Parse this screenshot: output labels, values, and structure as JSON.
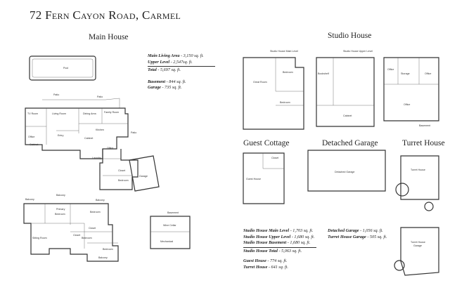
{
  "title": "72 Fern Cayon Road, Carmel",
  "sections": {
    "main_house": "Main House",
    "studio_house": "Studio House",
    "guest_cottage": "Guest Cottage",
    "detached_garage": "Detached Garage",
    "turret_house": "Turret House"
  },
  "main_stats": {
    "living_label": "Main Living Area",
    "living_value": " - 3,150 sq. ft.",
    "upper_label": "Upper Level",
    "upper_value": " - 2,547sq. ft.",
    "total_label": "Total",
    "total_value": " - 5,697 sq. ft.",
    "basement_label": "Basement",
    "basement_value": " - 844 sq. ft.",
    "garage_label": "Garage",
    "garage_value": " - 735 sq. ft."
  },
  "studio_stats": {
    "main_label": "Studio House Main Level",
    "main_value": " - 1,703 sq. ft.",
    "upper_label": "Studio House Upper Level",
    "upper_value": " - 1,680 sq. ft.",
    "basement_label": "Studio House Basement",
    "basement_value": " - 1,680 sq. ft.",
    "total_label": "Studio House Total",
    "total_value": " - 5,063 sq. ft.",
    "guest_label": "Guest House",
    "guest_value": " - 774 sq. ft.",
    "turret_label": "Turret House",
    "turret_value": " - 641 sq. ft."
  },
  "garage_stats": {
    "detached_label": "Detached Garage",
    "detached_value": " - 1,056 sq. ft.",
    "turret_garage_label": "Turret House Garage",
    "turret_garage_value": " - 505 sq. ft."
  },
  "plan_labels": {
    "pool": "Pool",
    "patio": "Patio",
    "tv_room": "TV Room",
    "living_room": "Living Room",
    "dining_area": "Dining Area",
    "family_room": "Family Room",
    "office": "Office",
    "kitchen": "Kitchen",
    "entry": "Entry",
    "cabinet": "Cabinet",
    "laundry": "Laundry",
    "closet": "Closet",
    "bedroom": "Bedroom",
    "garage": "Garage",
    "balcony": "Balcony",
    "primary": "Primary",
    "sitting_room": "Sitting Room",
    "basement": "Basement",
    "wine_cellar": "Wine Cellar",
    "mechanical": "Mechanical",
    "studio_main_level": "Studio House Main Level",
    "studio_upper_level": "Studio House Upper Level",
    "great_room": "Great Room",
    "bookshelf": "Bookshelf",
    "storage": "Storage",
    "guest_house": "Guest House",
    "detached_garage": "Detached Garage",
    "turret_house": "Turret House",
    "turret_house_garage": "Turret House Garage"
  }
}
